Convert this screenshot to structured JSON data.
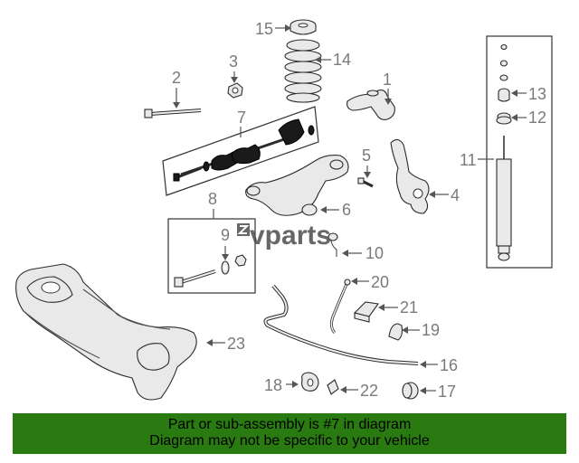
{
  "diagram": {
    "callouts": {
      "c1": "1",
      "c2": "2",
      "c3": "3",
      "c4": "4",
      "c5": "5",
      "c6": "6",
      "c7": "7",
      "c8": "8",
      "c9": "9",
      "c10": "10",
      "c11": "11",
      "c12": "12",
      "c13": "13",
      "c14": "14",
      "c15": "15",
      "c16": "16",
      "c17": "17",
      "c18": "18",
      "c19": "19",
      "c20": "20",
      "c21": "21",
      "c22": "22",
      "c23": "23"
    },
    "watermark": "vparts",
    "highlighted_part": "7"
  },
  "banner": {
    "line1": "Part or sub-assembly is #7 in diagram",
    "line2": "Diagram may not be specific to your vehicle",
    "background": "#2a7a12"
  }
}
